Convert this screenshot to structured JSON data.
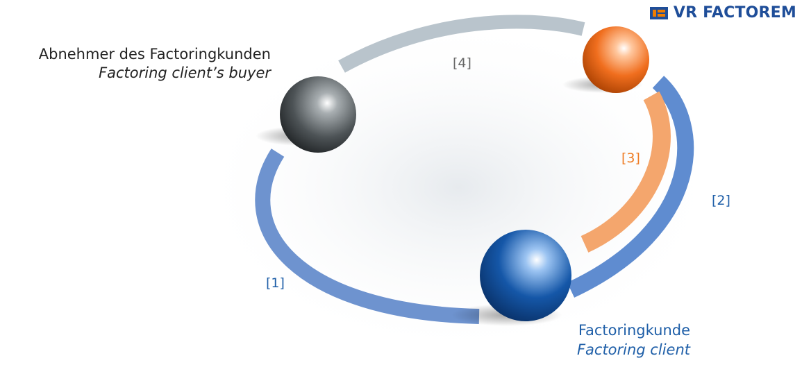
{
  "brand": {
    "name": "VR FACTOREM",
    "logo_icon": "volksbank-raiffeisenbank-logo-icon",
    "color": "#1f4e99",
    "logo_colors": {
      "orange": "#f07d00",
      "blue": "#1f4e99"
    }
  },
  "nodes": {
    "buyer": {
      "label_de": "Abnehmer des Factoringkunden",
      "label_en": "Factoring client’s buyer",
      "color": "#4d5356",
      "label_color": "#222222"
    },
    "factor": {
      "color": "#f06e1e"
    },
    "client": {
      "label_de": "Factoringkunde",
      "label_en": "Factoring client",
      "color": "#1557a8",
      "label_color": "#1f5fa8"
    }
  },
  "flows": [
    {
      "id": "1",
      "label": "[1]",
      "from": "client",
      "to": "buyer",
      "color": "#6e93cf",
      "label_color": "#1f5fa8"
    },
    {
      "id": "2",
      "label": "[2]",
      "from": "client",
      "to": "factor",
      "color": "#5f8cd0",
      "label_color": "#1f5fa8"
    },
    {
      "id": "3",
      "label": "[3]",
      "from": "factor",
      "to": "client",
      "color": "#f4a66d",
      "label_color": "#ef7b22"
    },
    {
      "id": "4",
      "label": "[4]",
      "from": "buyer",
      "to": "factor",
      "color": "#b9c4cc",
      "label_color": "#666666"
    }
  ]
}
